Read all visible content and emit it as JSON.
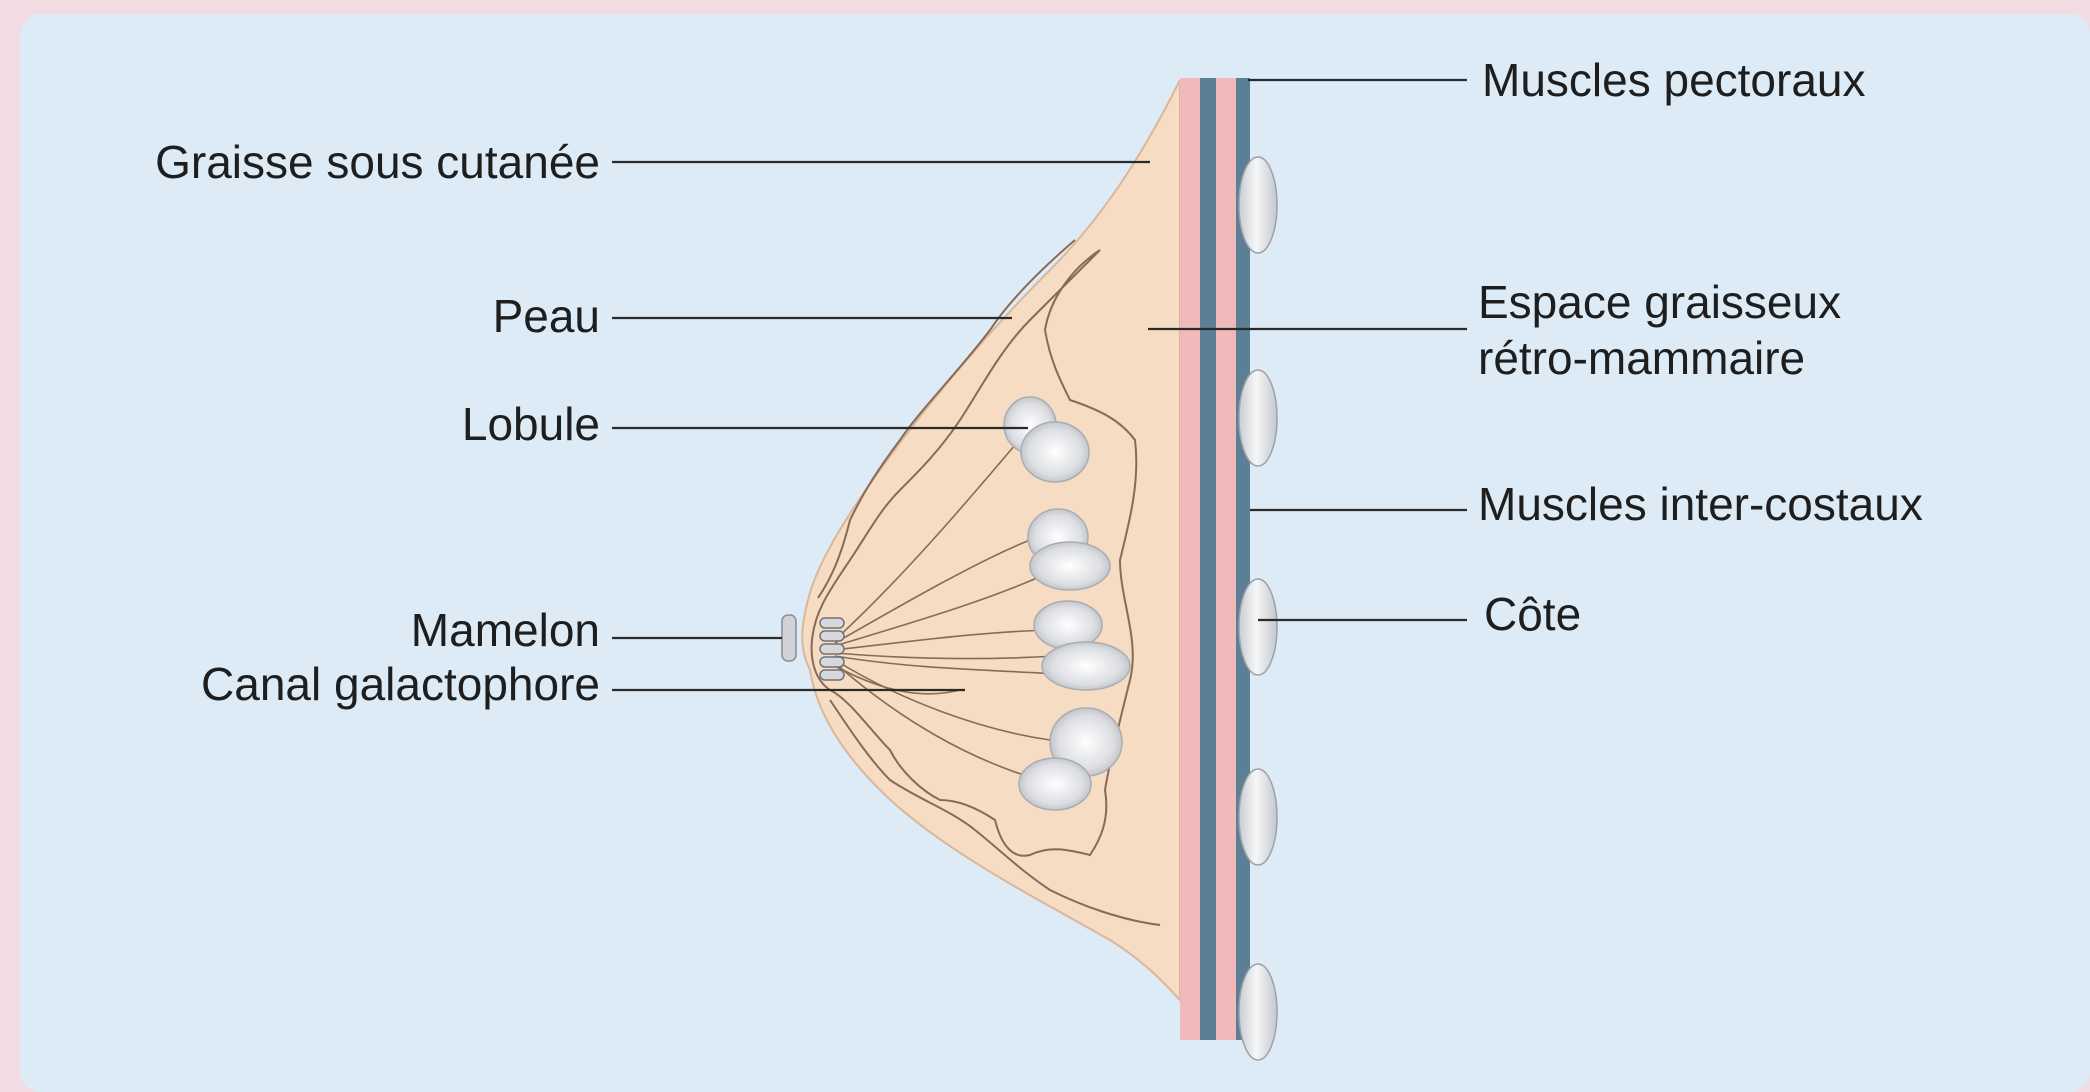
{
  "diagram": {
    "labels_left": {
      "subcutaneous_fat": "Graisse sous cutanée",
      "skin": "Peau",
      "lobule": "Lobule",
      "nipple": "Mamelon",
      "milk_duct": "Canal galactophore"
    },
    "labels_right": {
      "pectoral_muscles": "Muscles pectoraux",
      "retro_mammary_fat_line1": "Espace graisseux",
      "retro_mammary_fat_line2": "rétro-mammaire",
      "intercostal_muscles": "Muscles inter-costaux",
      "rib": "Côte"
    },
    "colors": {
      "background": "#dcebf5",
      "frame": "#f3dbe3",
      "breast_tissue": "#f6dcc3",
      "tissue_outline": "#8a6a55",
      "skin_layer": "#f1b9ba",
      "muscle_layer": "#5b7f94",
      "rib": "#e6e8ea",
      "leader_line": "#2a2a2a"
    }
  }
}
